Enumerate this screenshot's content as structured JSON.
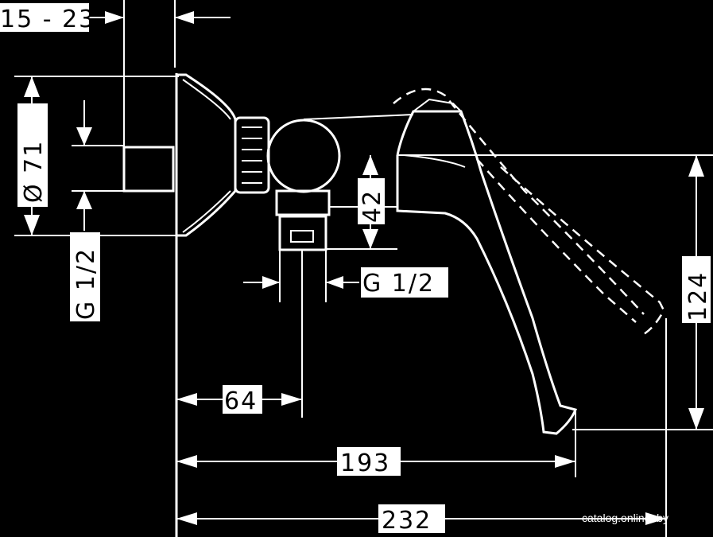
{
  "drawing": {
    "dimensions": {
      "wall_thickness": "15 - 23",
      "flange_diameter": "Ø 71",
      "thread_left": "G 1/2",
      "thread_right": "G 1/2",
      "height_42": "42",
      "height_124": "124",
      "dim_64": "64",
      "dim_193": "193",
      "dim_232": "232"
    },
    "watermark": "catalog.onliner.by"
  },
  "colors": {
    "background": "#000000",
    "lines": "#ffffff"
  }
}
